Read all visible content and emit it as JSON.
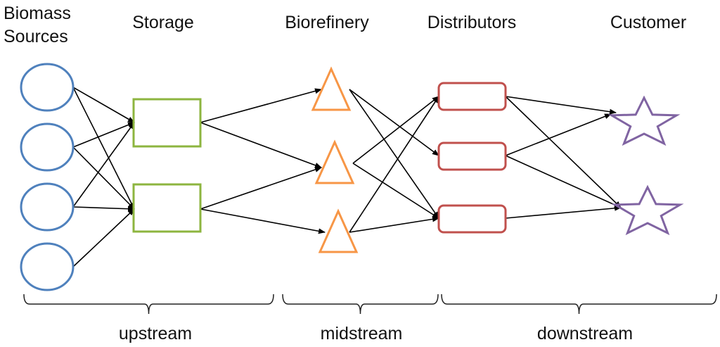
{
  "stages": {
    "biomass_line1": "Biomass",
    "biomass_line2": "Sources",
    "storage": "Storage",
    "biorefinery": "Biorefinery",
    "distributors": "Distributors",
    "customer": "Customer"
  },
  "streams": {
    "upstream": "upstream",
    "midstream": "midstream",
    "downstream": "downstream"
  },
  "colors": {
    "biomass_node": "#4f81bd",
    "storage_node": "#8db53f",
    "biorefinery_node": "#f79646",
    "distributor_node": "#c0504d",
    "customer_node": "#8064a2",
    "arrow": "#000000",
    "brace": "#222222"
  },
  "icons": {
    "biomass": "circle",
    "storage": "rectangle",
    "biorefinery": "triangle",
    "distributor": "rounded-rectangle",
    "customer": "star"
  }
}
